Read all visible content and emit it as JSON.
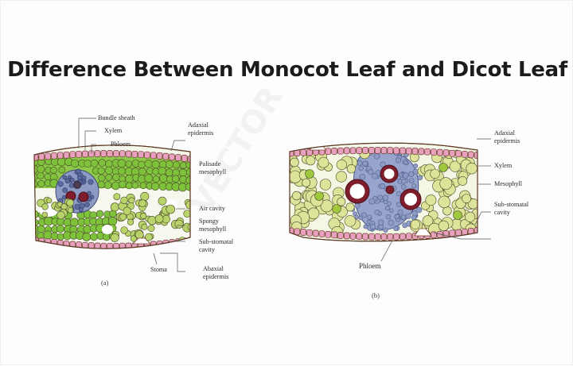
{
  "page": {
    "title": "Difference Between Monocot Leaf and Dicot Leaf",
    "background": "#fdfdfd",
    "watermark_text": "VECTOR"
  },
  "colors": {
    "epidermis_pink": "#e8a0bf",
    "epidermis_outline": "#6b3a2a",
    "palisade_green": "#7ec13a",
    "palisade_dark_green": "#4f8a1f",
    "spongy_green": "#b9d46a",
    "mesophyll_pale": "#dde49a",
    "vascular_blue": "#8d9bc4",
    "vascular_blue_dark": "#5b6aa0",
    "xylem_red": "#7e1d2b",
    "xylem_lumen": "#ffffff",
    "cell_outline": "#4a4a28",
    "leader_line": "#555555",
    "label_text": "#2a2a2a"
  },
  "figures": [
    {
      "id": "monocot",
      "caption": "(a)",
      "name": "monocot-leaf-cross-section",
      "labels_left": [
        {
          "id": "bundle-sheath",
          "text": "Bundle sheath"
        },
        {
          "id": "xylem",
          "text": "Xylem"
        },
        {
          "id": "phloem",
          "text": "Phloem"
        }
      ],
      "labels_right": [
        {
          "id": "adaxial-epidermis",
          "text": "Adaxial\nepidermis"
        },
        {
          "id": "palisade-mesophyll",
          "text": "Palisade\nmesophyll"
        },
        {
          "id": "air-cavity",
          "text": "Air cavity"
        },
        {
          "id": "spongy-mesophyll",
          "text": "Spongy\nmesophyll"
        },
        {
          "id": "sub-stomatal-cavity",
          "text": "Sub-stomatal\ncavity"
        },
        {
          "id": "abaxial-epidermis",
          "text": "Abaxial\nepidermis"
        }
      ],
      "labels_bottom": [
        {
          "id": "stoma",
          "text": "Stoma"
        }
      ]
    },
    {
      "id": "dicot",
      "caption": "(b)",
      "name": "dicot-leaf-cross-section",
      "labels_right": [
        {
          "id": "adaxial-epidermis",
          "text": "Adaxial\nepidermis"
        },
        {
          "id": "xylem",
          "text": "Xylem"
        },
        {
          "id": "mesophyll",
          "text": "Mesophyll"
        },
        {
          "id": "sub-stomatal-cavity",
          "text": "Sub-stomatal\ncavity"
        }
      ],
      "labels_bottom": [
        {
          "id": "phloem",
          "text": "Phloem"
        }
      ]
    }
  ]
}
